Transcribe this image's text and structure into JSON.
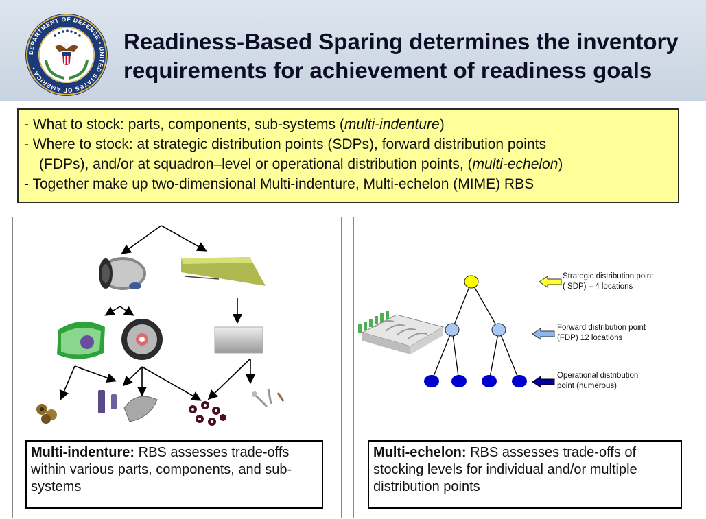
{
  "header": {
    "title_line1": "Readiness-Based Sparing determines the inventory",
    "title_line2": "requirements for achievement of readiness goals",
    "seal_icon": "department-of-defense-seal",
    "seal_text": "DEPARTMENT OF DEFENSE • UNITED STATES OF AMERICA •"
  },
  "summary": {
    "line1_prefix": "- What to stock: parts, components, sub-systems (",
    "line1_italic": "multi-indenture",
    "line1_suffix": ")",
    "line2": "- Where to stock: at strategic distribution points (SDPs), forward distribution points",
    "line3_prefix": "(FDPs), and/or at squadron–level or operational distribution points, (",
    "line3_italic": "multi-echelon",
    "line3_suffix": ")",
    "line4": "- Together make up two-dimensional Multi-indenture, Multi-echelon (MIME) RBS"
  },
  "left_panel": {
    "caption_bold": "Multi-indenture:",
    "caption_rest": " RBS assesses trade-offs within various parts, components, and sub-systems"
  },
  "right_panel": {
    "caption_bold": "Multi-echelon:",
    "caption_rest": " RBS assesses trade-offs of stocking levels for individual and/or multiple distribution points",
    "labels": {
      "sdp_line1": "Strategic distribution point",
      "sdp_line2": "( SDP) – 4 locations",
      "fdp_line1": "Forward distribution point",
      "fdp_line2": "(FDP) 12 locations",
      "odp_line1": "Operational distribution",
      "odp_line2": "point  (numerous)"
    }
  },
  "colors": {
    "summary_bg": "#ffff99",
    "sdp_node": "#ffff00",
    "fdp_node": "#a9c9f5",
    "odp_node": "#0000cc"
  }
}
